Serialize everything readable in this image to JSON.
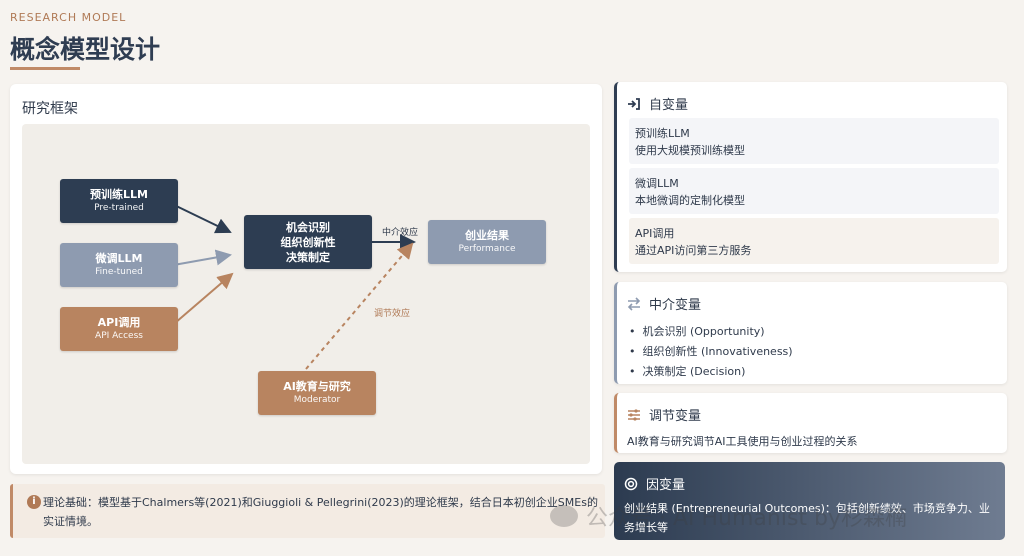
{
  "header": {
    "eyebrow": "RESEARCH MODEL",
    "title": "概念模型设计"
  },
  "framework": {
    "title": "研究框架",
    "nodes": {
      "pretrained": {
        "title": "预训练LLM",
        "sub": "Pre-trained"
      },
      "finetuned": {
        "title": "微调LLM",
        "sub": "Fine-tuned"
      },
      "api": {
        "title": "API调用",
        "sub": "API Access"
      },
      "mediator": {
        "l1": "机会识别",
        "l2": "组织创新性",
        "l3": "决策制定"
      },
      "outcome": {
        "title": "创业结果",
        "sub": "Performance"
      },
      "moderator": {
        "title": "AI教育与研究",
        "sub": "Moderator"
      }
    },
    "edge_labels": {
      "mediation": "中介效应",
      "moderation": "调节效应"
    }
  },
  "note": {
    "icon": "info-icon",
    "text": "理论基础：模型基于Chalmers等(2021)和Giuggioli & Pellegrini(2023)的理论框架，结合日本初创企业SMEs的实证情境。"
  },
  "independent": {
    "icon": "sign-in-icon",
    "title": "自变量",
    "items": [
      {
        "name": "预训练LLM",
        "desc": "使用大规模预训练模型"
      },
      {
        "name": "微调LLM",
        "desc": "本地微调的定制化模型"
      },
      {
        "name": "API调用",
        "desc": "通过API访问第三方服务"
      }
    ]
  },
  "mediator": {
    "icon": "swap-arrows-icon",
    "title": "中介变量",
    "items": [
      "机会识别 (Opportunity)",
      "组织创新性 (Innovativeness)",
      "决策制定 (Decision)"
    ]
  },
  "moderator": {
    "icon": "sliders-icon",
    "title": "调节变量",
    "text": "AI教育与研究调节AI工具使用与创业过程的关系"
  },
  "dependent": {
    "icon": "target-icon",
    "title": "因变量",
    "text": "创业结果 (Entrepreneurial Outcomes)：包括创新绩效、市场竞争力、业务增长等"
  },
  "watermark": {
    "text": "公众号 · AI Humanist by杉森楠"
  },
  "colors": {
    "navy": "#2f3d52",
    "slate": "#8e9bb0",
    "copper": "#b88460",
    "background": "#f6f3ef"
  }
}
